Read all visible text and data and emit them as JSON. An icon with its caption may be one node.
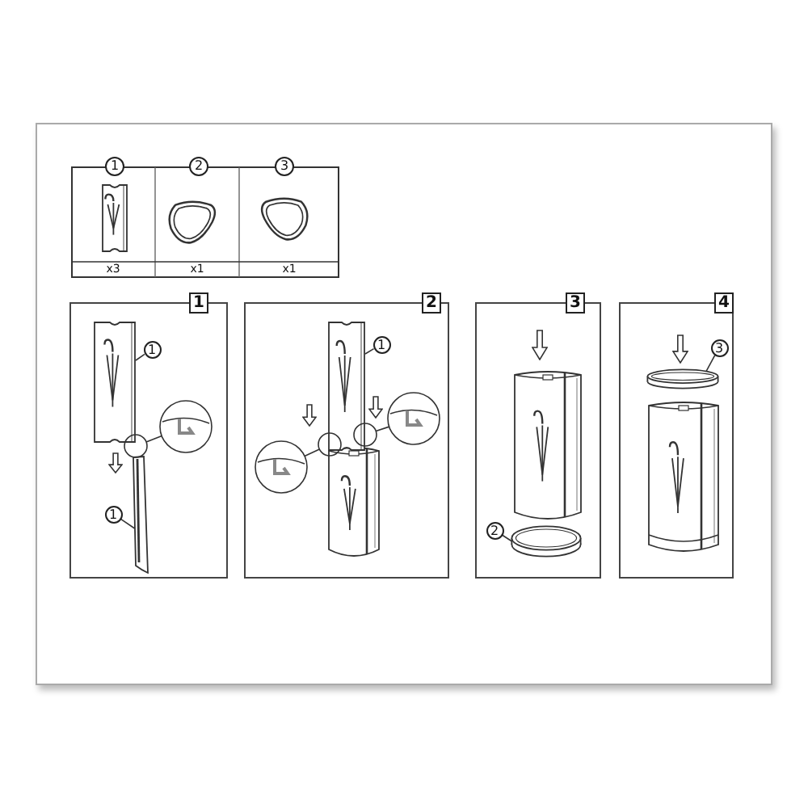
{
  "diagram": {
    "nodes": [
      {
        "text": [
          "1"
        ]
      },
      {
        "text": [
          "2"
        ]
      },
      {
        "text": [
          "3"
        ]
      },
      {
        "text": [
          "1"
        ]
      },
      {
        "text": [
          "1"
        ],
        "in": 3
      },
      {
        "text": [],
        "shape": "picture",
        "in": 3
      },
      {
        "text": [
          "1"
        ],
        "in": 3
      },
      {
        "text": [],
        "shape": "picture",
        "in": 3
      },
      {
        "text": [
          "2"
        ]
      },
      {
        "text": [
          "1"
        ],
        "in": 8
      },
      {
        "text": [],
        "shape": "picture",
        "in": 8
      },
      {
        "text": [
          "3"
        ]
      },
      {
        "text": [
          "2"
        ],
        "in": 11
      },
      {
        "text": [],
        "shape": "picture",
        "in": 11
      },
      {
        "text": [
          "4"
        ]
      },
      {
        "text": [
          "3"
        ],
        "in": 14
      },
      {
        "text": [],
        "shape": "picture",
        "in": 14
      }
    ],
    "edges": [
      {
        "from": 4,
        "to": 5,
        "arrow": "none"
      },
      {
        "from": 6,
        "to": 7,
        "arrow": "none"
      },
      {
        "from": 9,
        "to": 10,
        "arrow": "none"
      },
      {
        "from": 12,
        "to": 13,
        "arrow": "none"
      },
      {
        "from": 15,
        "to": 16,
        "arrow": "none"
      }
    ],
    "labels": [
      "x3",
      "x1",
      "x1"
    ]
  }
}
